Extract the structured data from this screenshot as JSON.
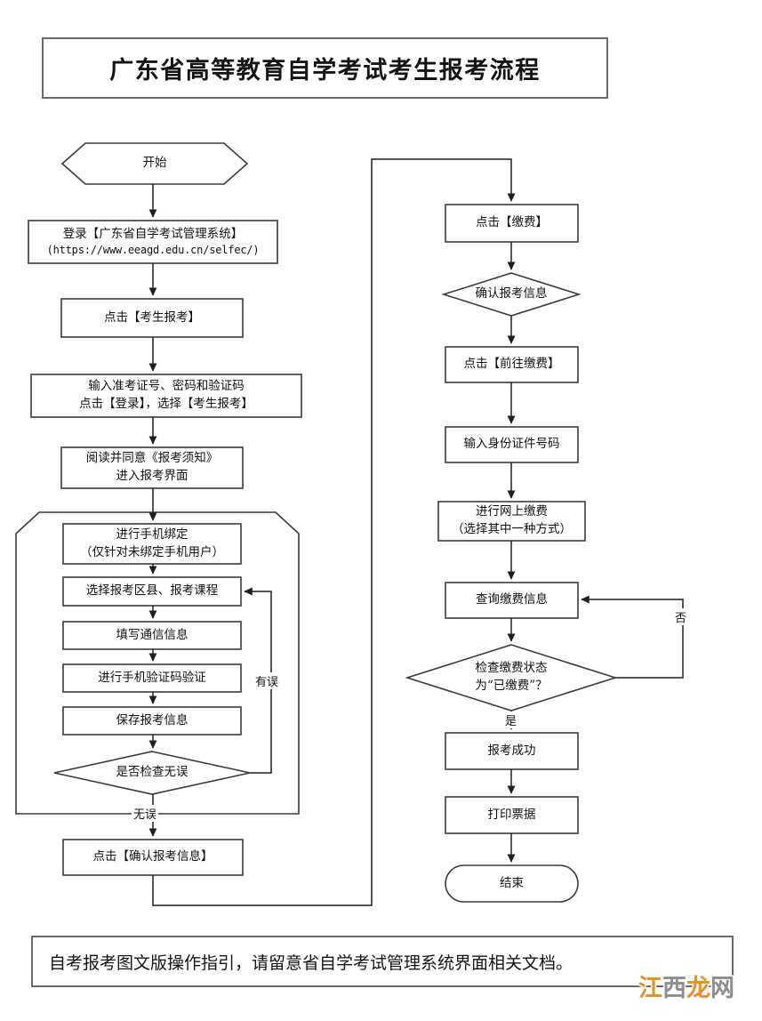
{
  "title": "广东省高等教育自学考试考生报考流程",
  "footer": "自考报考图文版操作指引，请留意省自学考试管理系统界面相关文档。",
  "watermark": {
    "part1": "江",
    "part2": "西",
    "part3": "龙",
    "part4": "网"
  },
  "colors": {
    "stroke": "#3b3b3b",
    "title_border": "#6b6b6b",
    "node_fill": "#ffffff",
    "text": "#111111",
    "watermark_orange": "#e8921f",
    "watermark_gray": "#8e8e8e"
  },
  "chart_data": {
    "type": "diagram",
    "diagram_kind": "flowchart",
    "title": "广东省高等教育自学考试考生报考流程",
    "columns": 2,
    "nodes": [
      {
        "id": "start",
        "shape": "hexagon",
        "column": "left",
        "text": [
          "开始"
        ]
      },
      {
        "id": "login",
        "shape": "rect",
        "column": "left",
        "text": [
          "登录【广东省自学考试管理系统】",
          "(https://www.eeagd.edu.cn/selfec/)"
        ]
      },
      {
        "id": "click_apply",
        "shape": "rect",
        "column": "left",
        "text": [
          "点击【考生报考】"
        ]
      },
      {
        "id": "input_cred",
        "shape": "rect",
        "column": "left",
        "text": [
          "输入准考证号、密码和验证码",
          "点击【登录】，选择【考生报考】"
        ]
      },
      {
        "id": "read_notice",
        "shape": "rect",
        "column": "left",
        "text": [
          "阅读并同意《报考须知》",
          "进入报考界面"
        ]
      },
      {
        "id": "bind_phone",
        "shape": "rect",
        "column": "left",
        "group": "inner",
        "text": [
          "进行手机绑定",
          "（仅针对未绑定手机用户）"
        ]
      },
      {
        "id": "select_area",
        "shape": "rect",
        "column": "left",
        "group": "inner",
        "text": [
          "选择报考区县、报考课程"
        ]
      },
      {
        "id": "fill_contact",
        "shape": "rect",
        "column": "left",
        "group": "inner",
        "text": [
          "填写通信信息"
        ]
      },
      {
        "id": "verify_sms",
        "shape": "rect",
        "column": "left",
        "group": "inner",
        "text": [
          "进行手机验证码验证"
        ]
      },
      {
        "id": "save_info",
        "shape": "rect",
        "column": "left",
        "group": "inner",
        "text": [
          "保存报考信息"
        ]
      },
      {
        "id": "check_ok",
        "shape": "diamond",
        "column": "left",
        "group": "inner",
        "text": [
          "是否检查无误"
        ]
      },
      {
        "id": "confirm_info",
        "shape": "rect",
        "column": "left",
        "text": [
          "点击【确认报考信息】"
        ]
      },
      {
        "id": "click_pay",
        "shape": "rect",
        "column": "right",
        "text": [
          "点击【缴费】"
        ]
      },
      {
        "id": "confirm_apply",
        "shape": "diamond",
        "column": "right",
        "text": [
          "确认报考信息"
        ]
      },
      {
        "id": "goto_pay",
        "shape": "rect",
        "column": "right",
        "text": [
          "点击【前往缴费】"
        ]
      },
      {
        "id": "input_id",
        "shape": "rect",
        "column": "right",
        "text": [
          "输入身份证件号码"
        ]
      },
      {
        "id": "online_pay",
        "shape": "rect",
        "column": "right",
        "text": [
          "进行网上缴费",
          "（选择其中一种方式）"
        ]
      },
      {
        "id": "query_pay",
        "shape": "rect",
        "column": "right",
        "text": [
          "查询缴费信息"
        ]
      },
      {
        "id": "check_paid",
        "shape": "diamond",
        "column": "right",
        "text": [
          "检查缴费状态",
          "为“已缴费”？"
        ]
      },
      {
        "id": "apply_ok",
        "shape": "rect",
        "column": "right",
        "text": [
          "报考成功"
        ]
      },
      {
        "id": "print",
        "shape": "rect",
        "column": "right",
        "text": [
          "打印票据"
        ]
      },
      {
        "id": "end",
        "shape": "stadium",
        "column": "right",
        "text": [
          "结束"
        ]
      }
    ],
    "edges": [
      {
        "from": "start",
        "to": "login",
        "label": ""
      },
      {
        "from": "login",
        "to": "click_apply",
        "label": ""
      },
      {
        "from": "click_apply",
        "to": "input_cred",
        "label": ""
      },
      {
        "from": "input_cred",
        "to": "read_notice",
        "label": ""
      },
      {
        "from": "read_notice",
        "to": "bind_phone",
        "label": ""
      },
      {
        "from": "bind_phone",
        "to": "select_area",
        "label": ""
      },
      {
        "from": "select_area",
        "to": "fill_contact",
        "label": ""
      },
      {
        "from": "fill_contact",
        "to": "verify_sms",
        "label": ""
      },
      {
        "from": "verify_sms",
        "to": "save_info",
        "label": ""
      },
      {
        "from": "save_info",
        "to": "check_ok",
        "label": ""
      },
      {
        "from": "check_ok",
        "to": "select_area",
        "label": "有误"
      },
      {
        "from": "check_ok",
        "to": "confirm_info",
        "label": "无误"
      },
      {
        "from": "confirm_info",
        "to": "click_pay",
        "label": ""
      },
      {
        "from": "click_pay",
        "to": "confirm_apply",
        "label": ""
      },
      {
        "from": "confirm_apply",
        "to": "goto_pay",
        "label": ""
      },
      {
        "from": "goto_pay",
        "to": "input_id",
        "label": ""
      },
      {
        "from": "input_id",
        "to": "online_pay",
        "label": ""
      },
      {
        "from": "online_pay",
        "to": "query_pay",
        "label": ""
      },
      {
        "from": "query_pay",
        "to": "check_paid",
        "label": ""
      },
      {
        "from": "check_paid",
        "to": "query_pay",
        "label": "否"
      },
      {
        "from": "check_paid",
        "to": "apply_ok",
        "label": "是"
      },
      {
        "from": "apply_ok",
        "to": "print",
        "label": ""
      },
      {
        "from": "print",
        "to": "end",
        "label": ""
      }
    ],
    "edge_labels": [
      "有误",
      "无误",
      "否",
      "是"
    ]
  },
  "nodes": {
    "start": {
      "line1": "开始"
    },
    "login": {
      "line1": "登录【广东省自学考试管理系统】",
      "line2": "(https://www.eeagd.edu.cn/selfec/)"
    },
    "click_apply": {
      "line1": "点击【考生报考】"
    },
    "input_cred": {
      "line1": "输入准考证号、密码和验证码",
      "line2": "点击【登录】，选择【考生报考】"
    },
    "read_notice": {
      "line1": "阅读并同意《报考须知》",
      "line2": "进入报考界面"
    },
    "bind_phone": {
      "line1": "进行手机绑定",
      "line2": "（仅针对未绑定手机用户）"
    },
    "select_area": {
      "line1": "选择报考区县、报考课程"
    },
    "fill_contact": {
      "line1": "填写通信信息"
    },
    "verify_sms": {
      "line1": "进行手机验证码验证"
    },
    "save_info": {
      "line1": "保存报考信息"
    },
    "check_ok": {
      "line1": "是否检查无误"
    },
    "confirm_info": {
      "line1": "点击【确认报考信息】"
    },
    "click_pay": {
      "line1": "点击【缴费】"
    },
    "confirm_apply": {
      "line1": "确认报考信息"
    },
    "goto_pay": {
      "line1": "点击【前往缴费】"
    },
    "input_id": {
      "line1": "输入身份证件号码"
    },
    "online_pay": {
      "line1": "进行网上缴费",
      "line2": "（选择其中一种方式）"
    },
    "query_pay": {
      "line1": "查询缴费信息"
    },
    "check_paid": {
      "line1": "检查缴费状态",
      "line2": "为“已缴费”？"
    },
    "apply_ok": {
      "line1": "报考成功"
    },
    "print": {
      "line1": "打印票据"
    },
    "end": {
      "line1": "结束"
    }
  },
  "edge_labels": {
    "has_error": "有误",
    "no_error": "无误",
    "no": "否",
    "yes": "是"
  }
}
